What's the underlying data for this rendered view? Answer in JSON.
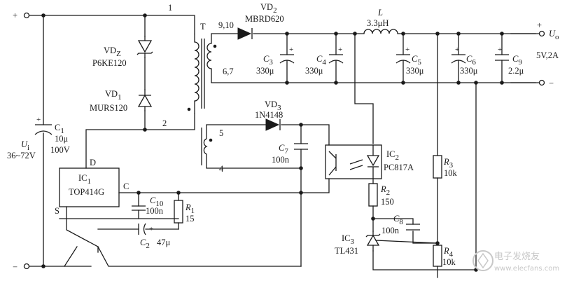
{
  "labels": {
    "node_1": "1",
    "node_2": "2",
    "node_T": "T",
    "vdz": "VD",
    "vdz_sub": "Z",
    "vdz_part": "P6KE120",
    "vd1": "VD",
    "vd1_sub": "1",
    "vd1_part": "MURS120",
    "c1": "C",
    "c1_sub": "1",
    "c1_val": "10μ",
    "c1_volt": "100V",
    "ui": "U",
    "ui_sub": "i",
    "ui_range": "36~72V",
    "pin_910": "9,10",
    "pin_67": "6,7",
    "vd2": "VD",
    "vd2_sub": "2",
    "vd2_part": "MBRD620",
    "l": "L",
    "l_val": "3.3μH",
    "c3": "C",
    "c3_sub": "3",
    "c3_val": "330μ",
    "c4": "C",
    "c4_sub": "4",
    "c4_val": "330μ",
    "c5": "C",
    "c5_sub": "5",
    "c5_val": "330μ",
    "c6": "C",
    "c6_sub": "6",
    "c6_val": "330μ",
    "c9": "C",
    "c9_sub": "9",
    "c9_val": "2.2μ",
    "uo": "U",
    "uo_sub": "o",
    "out_rating": "5V,2A",
    "plus": "+",
    "minus": "−",
    "vd3": "VD",
    "vd3_sub": "3",
    "vd3_part": "1N4148",
    "pin_5": "5",
    "pin_4": "4",
    "c7": "C",
    "c7_sub": "7",
    "c7_val": "100n",
    "ic2": "IC",
    "ic2_sub": "2",
    "ic2_part": "PC817A",
    "r3": "R",
    "r3_sub": "3",
    "r3_val": "10k",
    "r2": "R",
    "r2_sub": "2",
    "r2_val": "150",
    "c8": "C",
    "c8_sub": "8",
    "c8_val": "100n",
    "ic3": "IC",
    "ic3_sub": "3",
    "ic3_part": "TL431",
    "r4": "R",
    "r4_sub": "4",
    "r4_val": "10k",
    "ic1": "IC",
    "ic1_sub": "1",
    "ic1_part": "TOP414G",
    "pin_D": "D",
    "pin_C": "C",
    "pin_S": "S",
    "c10": "C",
    "c10_sub": "10",
    "c10_val": "100n",
    "r1": "R",
    "r1_sub": "1",
    "r1_val": "15",
    "c2": "C",
    "c2_sub": "2",
    "c2_val": "47μ"
  },
  "watermark": {
    "brand": "电子发烧友",
    "url": "www.elecfans.com"
  }
}
